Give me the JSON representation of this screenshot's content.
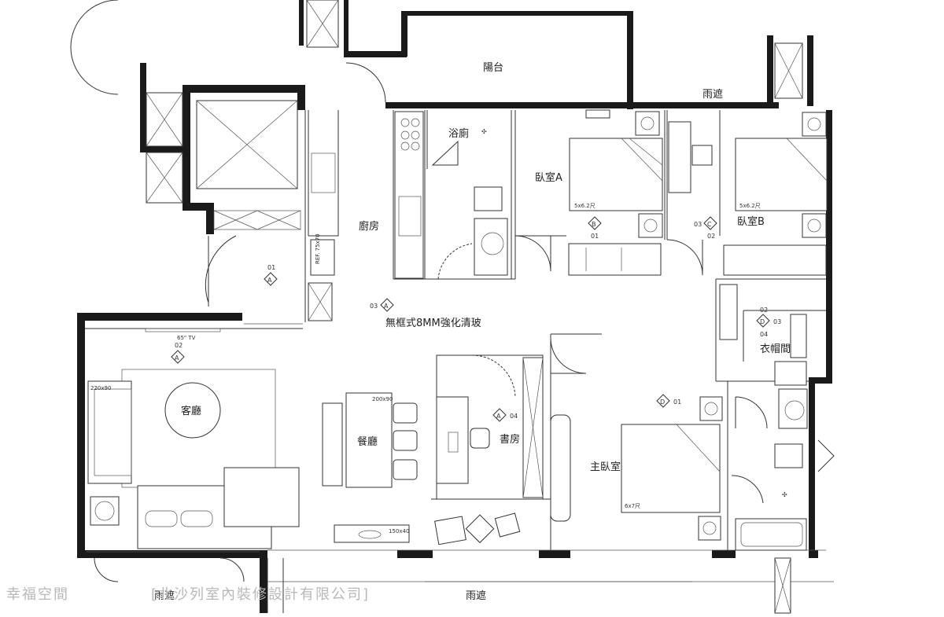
{
  "rooms": {
    "balcony": "陽台",
    "canopy_top": "雨遮",
    "bathroom": "浴廁",
    "bedroom_a": "臥室A",
    "bedroom_b": "臥室B",
    "kitchen": "廚房",
    "glass_note": "無框式8MM強化清玻",
    "closet": "衣帽間",
    "living": "客廳",
    "dining": "餐廳",
    "study": "書房",
    "master": "主臥室",
    "canopy_bottom": "雨遮"
  },
  "fixtures": {
    "fridge": "REF. 75x70",
    "tv": "65\" TV",
    "sofa_size": "220x90",
    "table_size": "200x90",
    "bench_size": "150x40",
    "bed_a": "5x6.2尺",
    "bed_b": "5x6.2尺",
    "bed_master": "6x7尺"
  },
  "markers": {
    "entry": {
      "letter": "A",
      "num": "01"
    },
    "kitchen": {
      "letter": "A",
      "num": "03"
    },
    "tv_wall": {
      "letter": "A",
      "num": "02"
    },
    "study": {
      "letter": "A",
      "num": "04"
    },
    "bed_a": {
      "letter": "B",
      "num": "01"
    },
    "bed_b": {
      "letter": "C",
      "nums": [
        "03",
        "02"
      ]
    },
    "closet": {
      "letter": "D",
      "nums": [
        "02",
        "03",
        "04"
      ]
    },
    "master": {
      "letter": "D",
      "num": "01"
    }
  },
  "watermark": {
    "brand": "幸福空間",
    "company": "[北沙列室內裝修設計有限公司]"
  }
}
